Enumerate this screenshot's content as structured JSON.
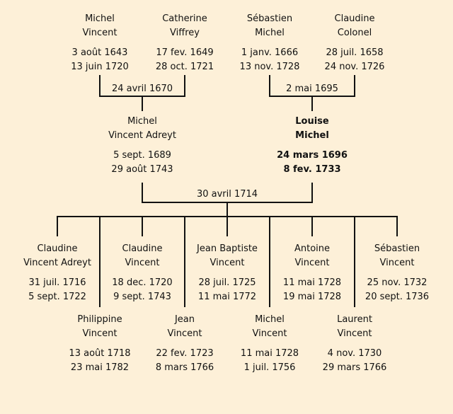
{
  "grandparents": {
    "paternal_father": {
      "first": "Michel",
      "last": "Vincent",
      "birth": "3 août 1643",
      "death": "13 juin 1720"
    },
    "paternal_mother": {
      "first": "Catherine",
      "last": "Viffrey",
      "birth": "17 fev. 1649",
      "death": "28 oct. 1721"
    },
    "maternal_father": {
      "first": "Sébastien",
      "last": "Michel",
      "birth": "1 janv. 1666",
      "death": "13 nov. 1728"
    },
    "maternal_mother": {
      "first": "Claudine",
      "last": "Colonel",
      "birth": "28 juil. 1658",
      "death": "24 nov. 1726"
    }
  },
  "marriages": {
    "paternal": "24 avril 1670",
    "maternal": "2 mai 1695",
    "parents": "30 avril 1714"
  },
  "parents": {
    "father": {
      "first": "Michel",
      "last": "Vincent Adreyt",
      "birth": "5 sept. 1689",
      "death": "29 août 1743"
    },
    "mother": {
      "first": "Louise",
      "last": "Michel",
      "birth": "24 mars 1696",
      "death": "8 fev. 1733"
    }
  },
  "children": [
    {
      "first": "Claudine",
      "last": "Vincent Adreyt",
      "birth": "31 juil. 1716",
      "death": "5 sept. 1722"
    },
    {
      "first": "Philippine",
      "last": "Vincent",
      "birth": "13 août 1718",
      "death": "23 mai 1782"
    },
    {
      "first": "Claudine",
      "last": "Vincent",
      "birth": "18 dec. 1720",
      "death": "9 sept. 1743"
    },
    {
      "first": "Jean",
      "last": "Vincent",
      "birth": "22 fev. 1723",
      "death": "8 mars 1766"
    },
    {
      "first": "Jean Baptiste",
      "last": "Vincent",
      "birth": "28 juil. 1725",
      "death": "11 mai 1772"
    },
    {
      "first": "Michel",
      "last": "Vincent",
      "birth": "11 mai 1728",
      "death": "1 juil. 1756"
    },
    {
      "first": "Antoine",
      "last": "Vincent",
      "birth": "11 mai 1728",
      "death": "19 mai 1728"
    },
    {
      "first": "Laurent",
      "last": "Vincent",
      "birth": "4 nov. 1730",
      "death": "29 mars 1766"
    },
    {
      "first": "Sébastien",
      "last": "Vincent",
      "birth": "25 nov. 1732",
      "death": "20 sept. 1736"
    }
  ]
}
